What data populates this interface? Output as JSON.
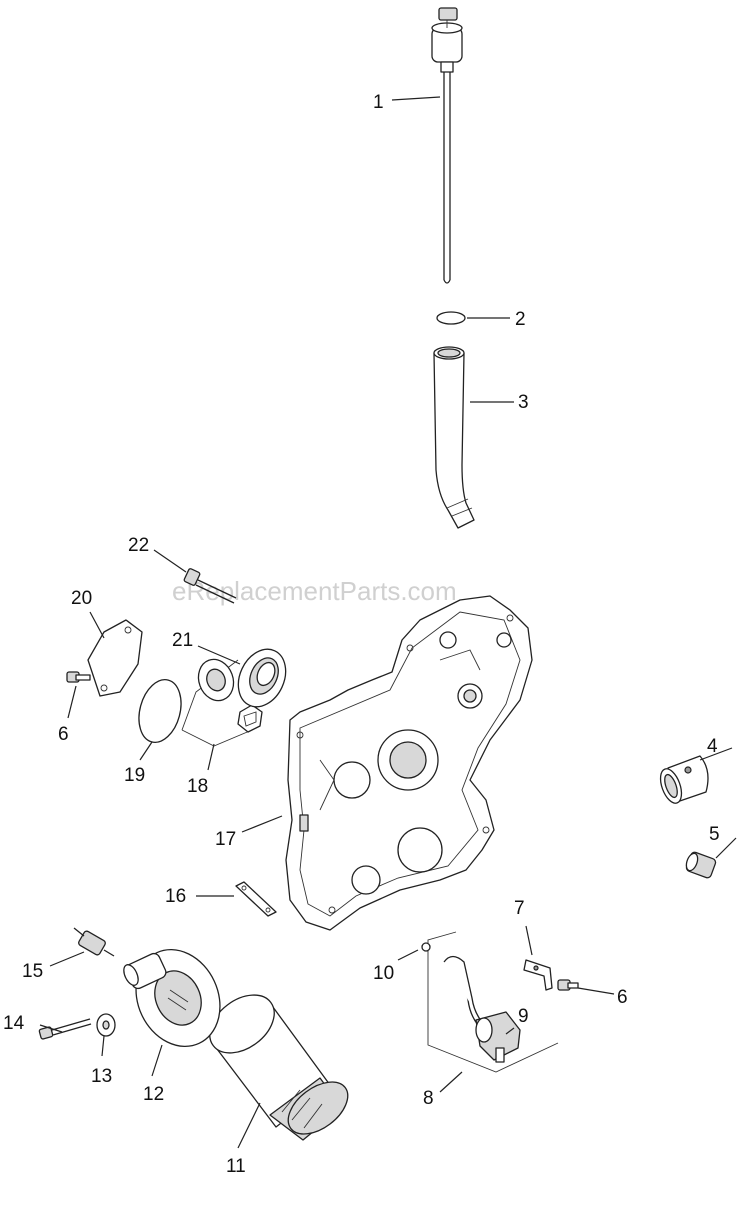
{
  "watermark": "eReplacementParts.com",
  "callouts": [
    {
      "id": "1",
      "text": "1"
    },
    {
      "id": "2",
      "text": "2"
    },
    {
      "id": "3",
      "text": "3"
    },
    {
      "id": "4",
      "text": "4"
    },
    {
      "id": "5",
      "text": "5"
    },
    {
      "id": "6a",
      "text": "6"
    },
    {
      "id": "6b",
      "text": "6"
    },
    {
      "id": "7",
      "text": "7"
    },
    {
      "id": "8",
      "text": "8"
    },
    {
      "id": "9",
      "text": "9"
    },
    {
      "id": "10",
      "text": "10"
    },
    {
      "id": "11",
      "text": "11"
    },
    {
      "id": "12",
      "text": "12"
    },
    {
      "id": "13",
      "text": "13"
    },
    {
      "id": "14",
      "text": "14"
    },
    {
      "id": "15",
      "text": "15"
    },
    {
      "id": "16",
      "text": "16"
    },
    {
      "id": "17",
      "text": "17"
    },
    {
      "id": "18",
      "text": "18"
    },
    {
      "id": "19",
      "text": "19"
    },
    {
      "id": "20",
      "text": "20"
    },
    {
      "id": "21",
      "text": "21"
    },
    {
      "id": "22",
      "text": "22"
    }
  ]
}
